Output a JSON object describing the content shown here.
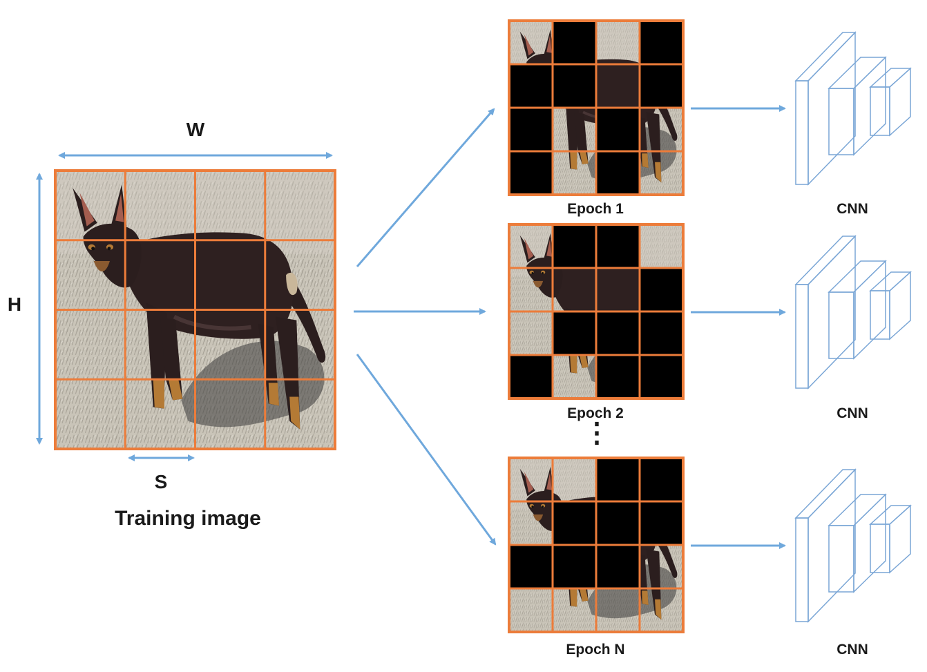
{
  "labels": {
    "width": "W",
    "height": "H",
    "stride": "S",
    "training_image": "Training image",
    "dots": "⋮"
  },
  "epochs": [
    {
      "label": "Epoch 1",
      "cnn_label": "CNN",
      "mask": [
        [
          0,
          1,
          0,
          1
        ],
        [
          1,
          1,
          0,
          1
        ],
        [
          1,
          0,
          1,
          0
        ],
        [
          1,
          0,
          1,
          0
        ]
      ]
    },
    {
      "label": "Epoch 2",
      "cnn_label": "CNN",
      "mask": [
        [
          0,
          1,
          1,
          0
        ],
        [
          0,
          0,
          0,
          1
        ],
        [
          0,
          1,
          1,
          1
        ],
        [
          1,
          0,
          1,
          1
        ]
      ]
    },
    {
      "label": "Epoch N",
      "cnn_label": "CNN",
      "mask": [
        [
          0,
          0,
          1,
          1
        ],
        [
          0,
          1,
          1,
          1
        ],
        [
          1,
          1,
          1,
          0
        ],
        [
          0,
          0,
          0,
          0
        ]
      ]
    }
  ],
  "colors": {
    "grid_orange": "#ec7c3a",
    "arrow_blue": "#6fa8dc",
    "cnn_blue": "#7aa6d6",
    "mask_black": "#000000",
    "dog_dark": "#2b1e1e",
    "grass": "#bdb8ad"
  }
}
